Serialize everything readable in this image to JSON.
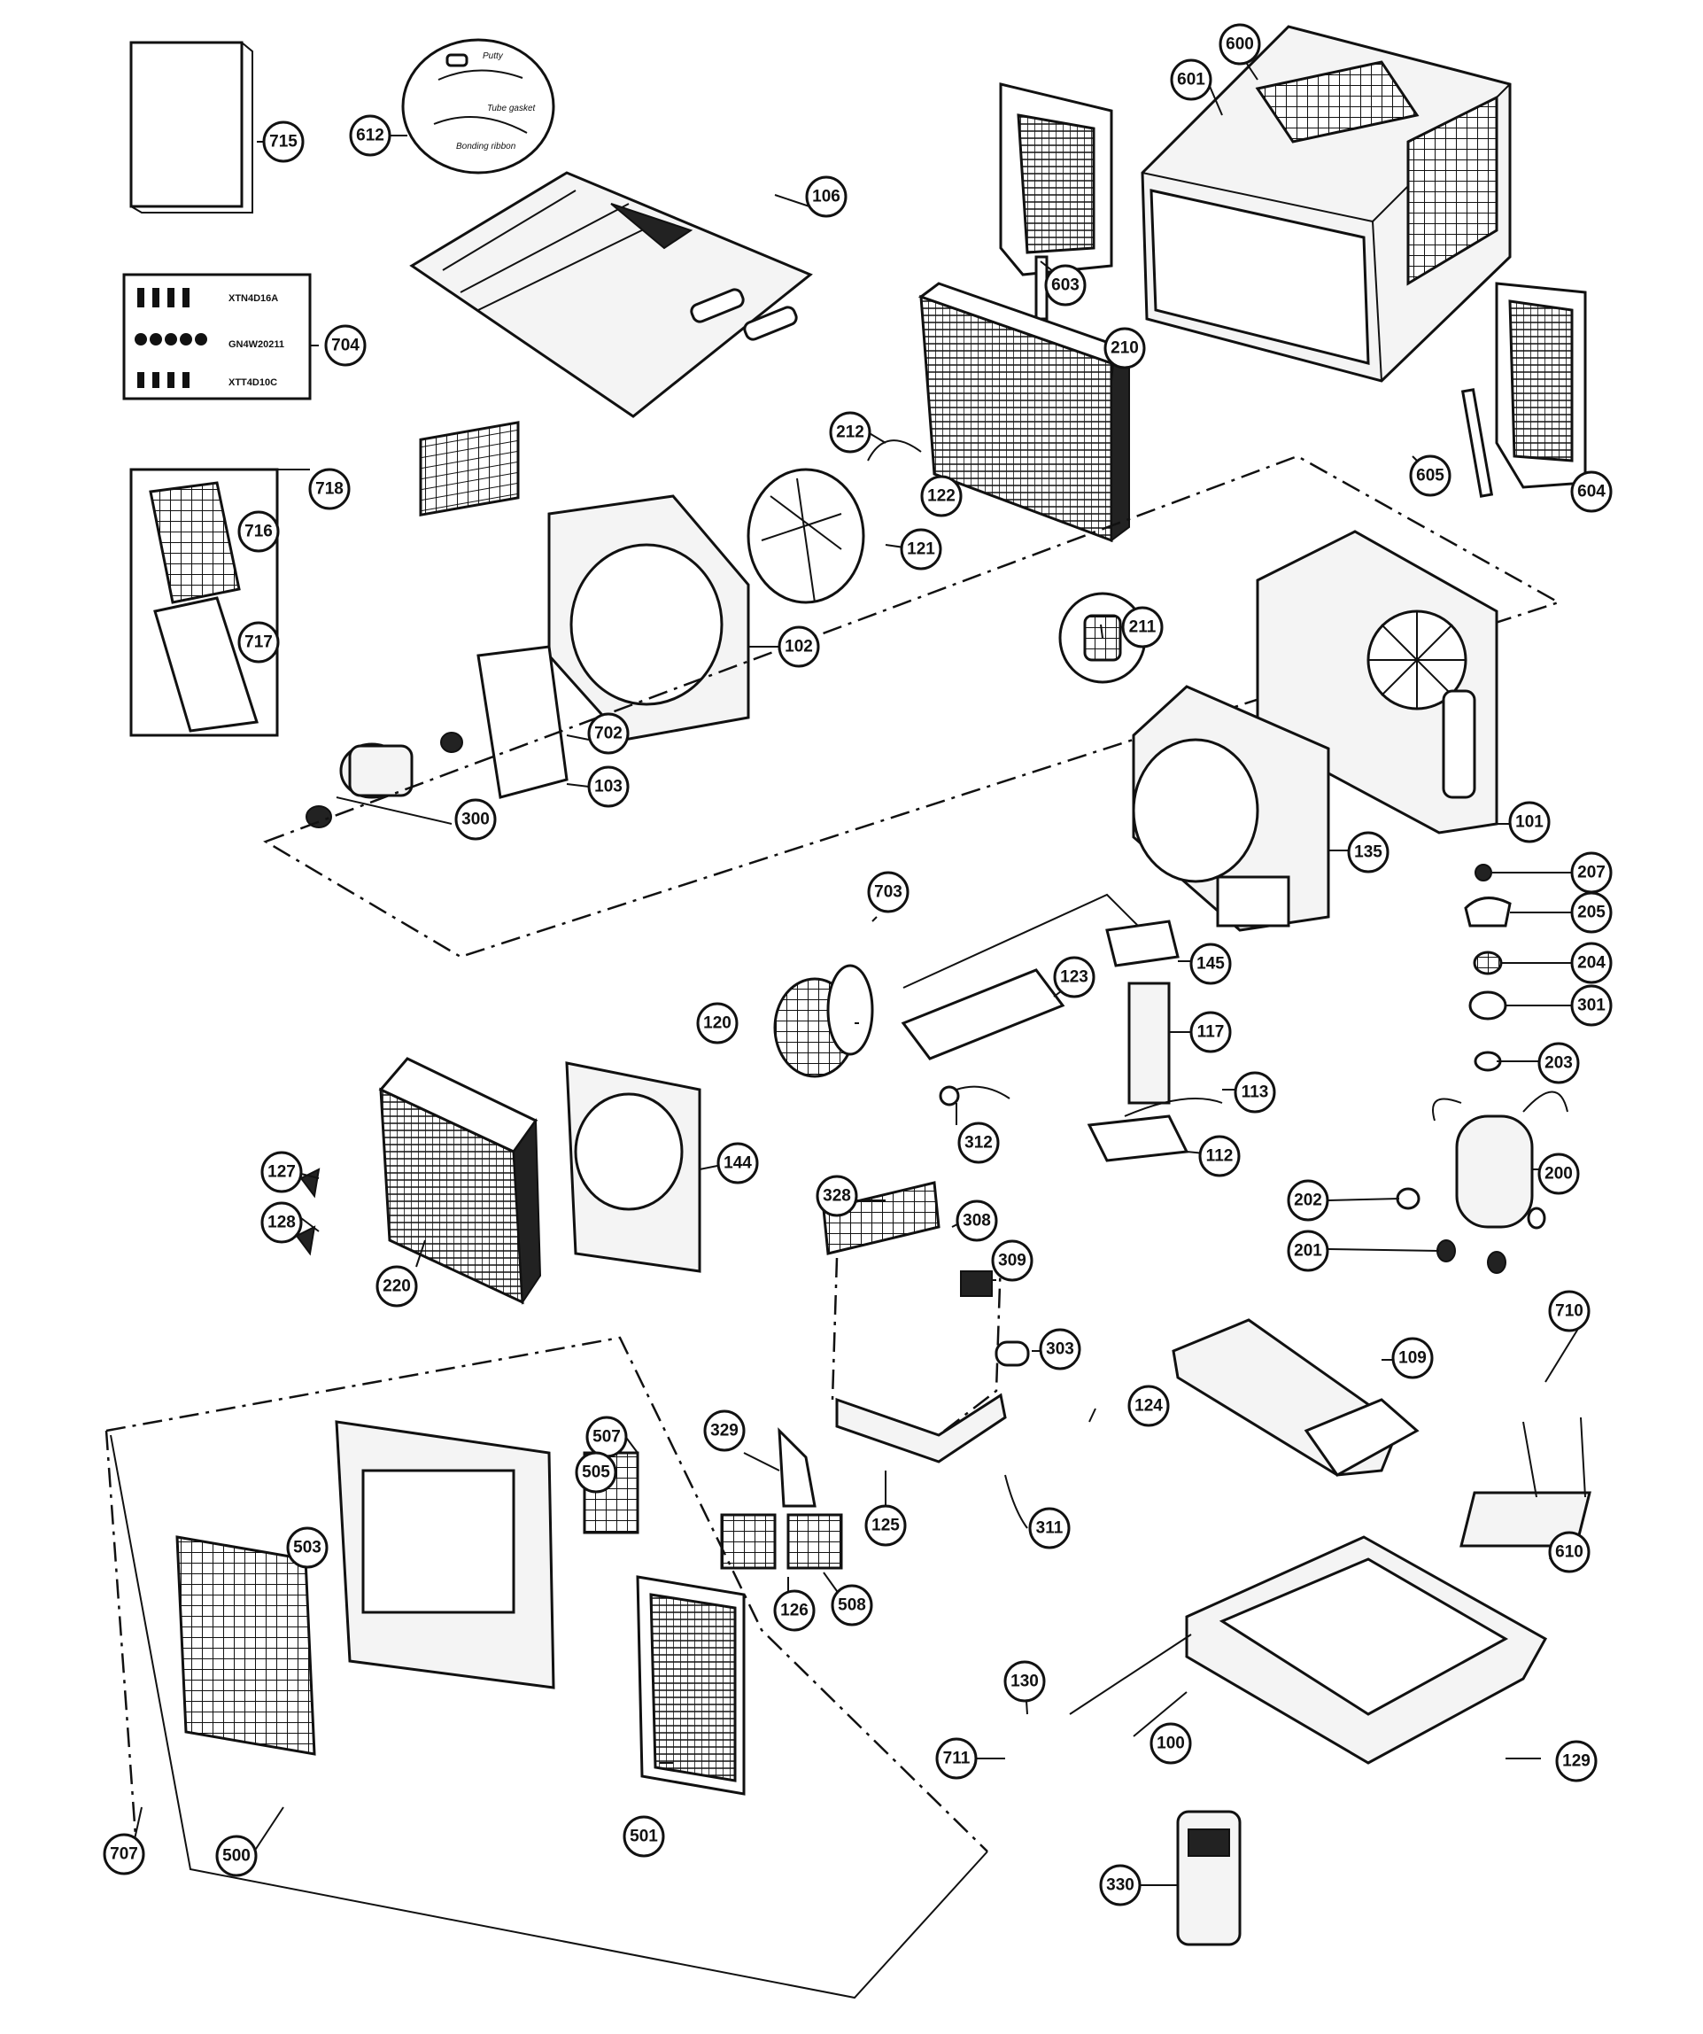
{
  "diagram": {
    "type": "exploded-parts-view",
    "callouts": {
      "c715": "715",
      "c612": "612",
      "c106": "106",
      "c704": "704",
      "c718": "718",
      "c716": "716",
      "c717": "717",
      "c600": "600",
      "c601": "601",
      "c603": "603",
      "c604": "604",
      "c605": "605",
      "c210": "210",
      "c212": "212",
      "c122": "122",
      "c121": "121",
      "c211": "211",
      "c102": "102",
      "c702": "702",
      "c103": "103",
      "c300": "300",
      "c101": "101",
      "c135": "135",
      "c207": "207",
      "c205": "205",
      "c204": "204",
      "c301": "301",
      "c703": "703",
      "c120": "120",
      "c123": "123",
      "c145": "145",
      "c117": "117",
      "c113": "113",
      "c112": "112",
      "c312": "312",
      "c203": "203",
      "c200": "200",
      "c202": "202",
      "c201": "201",
      "c127": "127",
      "c128": "128",
      "c220": "220",
      "c144": "144",
      "c328": "328",
      "c308": "308",
      "c309": "309",
      "c303": "303",
      "c109": "109",
      "c710": "710",
      "c124": "124",
      "c610": "610",
      "c507": "507",
      "c505": "505",
      "c503": "503",
      "c329": "329",
      "c125": "125",
      "c311": "311",
      "c126": "126",
      "c508": "508",
      "c130": "130",
      "c100": "100",
      "c711": "711",
      "c129": "129",
      "c501": "501",
      "c707": "707",
      "c500": "500",
      "c330": "330"
    },
    "screw_kit": {
      "row1": "XTN4D16A",
      "row2": "GN4W20211",
      "row3": "XTT4D10C"
    },
    "accessory_kit": {
      "label1": "Putty",
      "label2": "Tube gasket",
      "label3": "Bonding ribbon"
    },
    "icons": {
      "manual": "manual-booklet-icon",
      "remote": "remote-control-icon"
    }
  }
}
